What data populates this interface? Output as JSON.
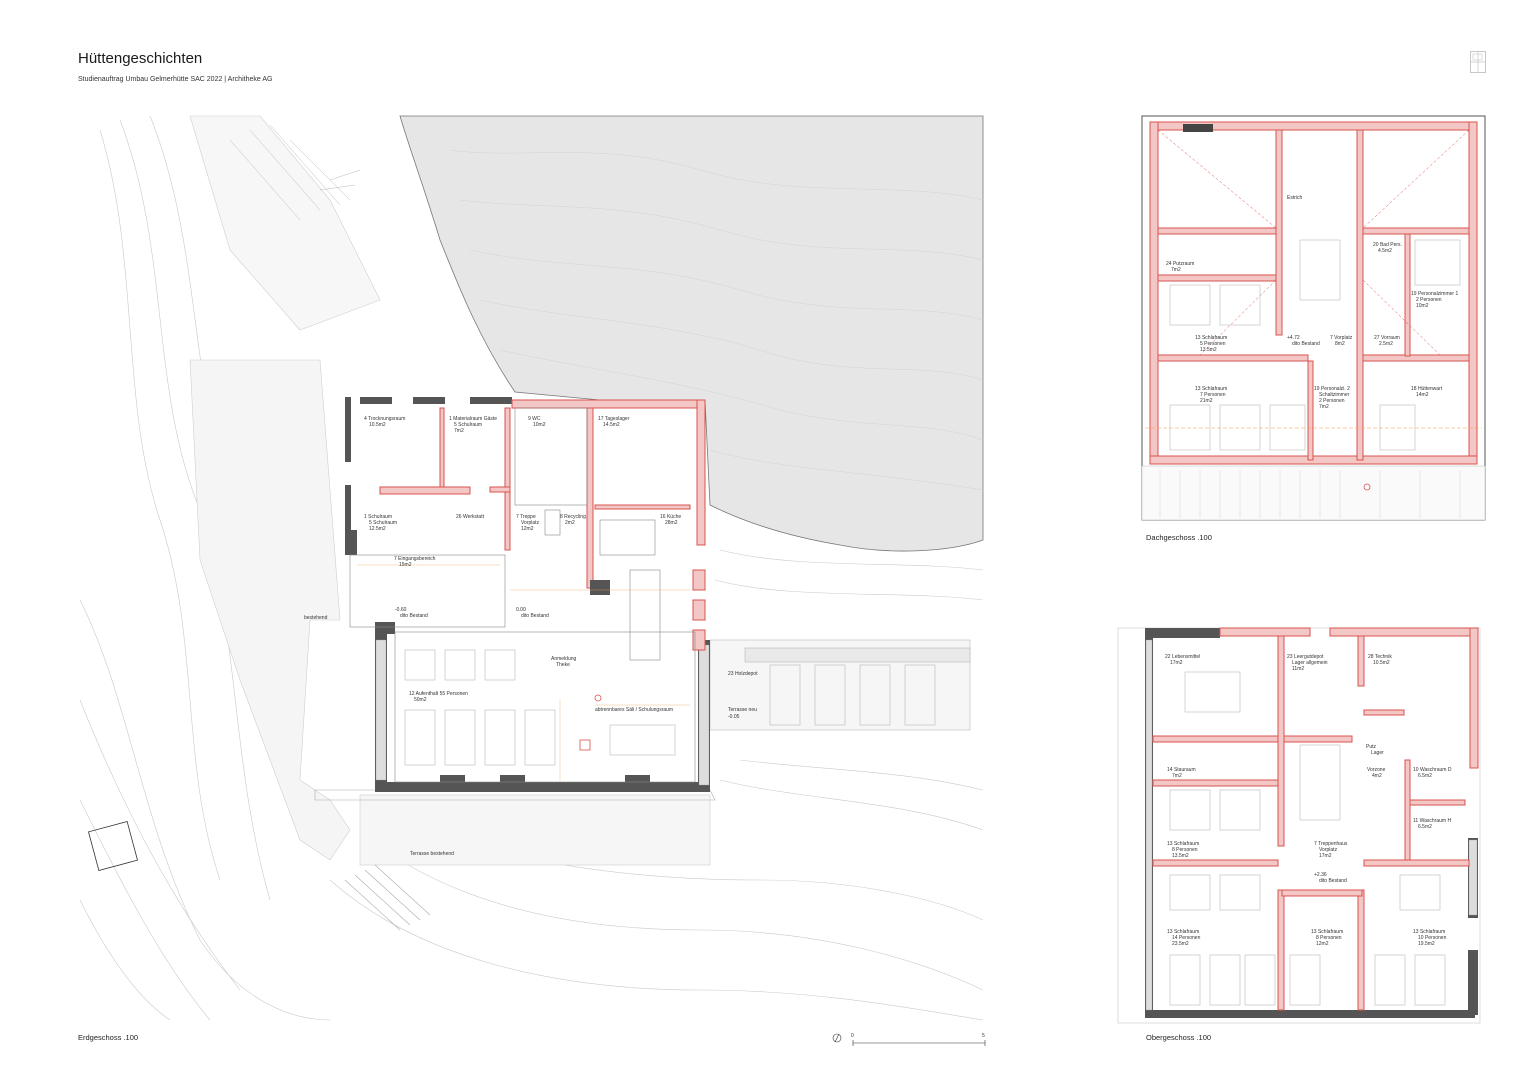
{
  "header": {
    "title": "Hüttengeschichten",
    "subtitle": "Studienauftrag Umbau Gelmerhütte SAC 2022 | Architheke AG"
  },
  "captions": {
    "ground": "Erdgeschoss  .100",
    "roof": "Dachgeschoss  .100",
    "upper": "Obergeschoss  .100"
  },
  "scale_bar": {
    "start": "0",
    "end": "5"
  },
  "colors": {
    "new_wall": "#d9534f",
    "existing_wall": "#444444",
    "rock": "#e6e6e6",
    "line": "#bbbbbb"
  },
  "ground_floor": {
    "rooms": [
      [
        "4 Trocknungsraum",
        "10.5m2"
      ],
      [
        "1 Materialraum Gäste",
        "5 Schulraum",
        "7m2"
      ],
      [
        "9 WC",
        "10m2"
      ],
      [
        "17 Tageslager",
        "14.5m2"
      ],
      [
        "1 Schulraum",
        "5 Schulraum",
        "12.5m2"
      ],
      [
        "26 Werkstatt"
      ],
      [
        "7 Treppe",
        "Vorplatz",
        "12m2"
      ],
      [
        "8 Recycling",
        "2m2"
      ],
      [
        "16 Küche",
        "28m2"
      ],
      [
        "7 Eingangsbereich",
        "15m2"
      ],
      [
        "-0.60",
        "dito Bestand"
      ],
      [
        "0.00",
        "dito Bestand"
      ],
      [
        "Anmeldung",
        "Theke"
      ],
      [
        "12 Aufenthalt 55 Personen",
        "50m2"
      ]
    ],
    "labels": {
      "bestehend": "bestehend",
      "holzdepot": "23 Holzdepot",
      "terrasse_neu": "Terrasse neu",
      "terrasse_neu_level": "-0.05",
      "schulung": "abtrennbares Säli / Schulungsraum",
      "terrasse_bestehend": "Terrasse bestehend"
    }
  },
  "roof_floor": {
    "rooms": [
      [
        "Estrich"
      ],
      [
        "24 Putzraum",
        "7m2"
      ],
      [
        "20 Bad Pers.",
        "4.5m2"
      ],
      [
        "19 Personalzimmer 1",
        "2 Personen",
        "10m2"
      ],
      [
        "13 Schlafraum",
        "5 Personen",
        "13.5m2"
      ],
      [
        "+4.72",
        "dito Bestand"
      ],
      [
        "7 Vorplatz",
        "8m2"
      ],
      [
        "27 Vorraum",
        "2.5m2"
      ],
      [
        "13 Schlafraum",
        "7 Personen",
        "21m2"
      ],
      [
        "19 Personalzi. 2",
        "Schaltzimmer",
        "2 Personen",
        "7m2"
      ],
      [
        "18 Hüttenwart",
        "14m2"
      ]
    ]
  },
  "upper_floor": {
    "rooms": [
      [
        "22 Lebensmittel",
        "17m2"
      ],
      [
        "23 Leergutdepot",
        "Lager allgemein",
        "11m2"
      ],
      [
        "28 Technik",
        "10.5m2"
      ],
      [
        "Putz",
        "Lager"
      ],
      [
        "14 Stauraum",
        "7m2"
      ],
      [
        "Vorzone",
        "4m2"
      ],
      [
        "10 Waschraum D",
        "6.5m2"
      ],
      [
        "11 Waschraum H",
        "6.5m2"
      ],
      [
        "13 Schlafraum",
        "8 Personen",
        "13.5m2"
      ],
      [
        "7 Treppenhaus",
        "Vorplatz",
        "17m2"
      ],
      [
        "+2.36",
        "dito Bestand"
      ],
      [
        "13 Schlafraum",
        "14 Personen",
        "23.5m2"
      ],
      [
        "13 Schlafraum",
        "8 Personen",
        "12m2"
      ],
      [
        "13 Schlafraum",
        "10 Personen",
        "19.5m2"
      ]
    ]
  }
}
